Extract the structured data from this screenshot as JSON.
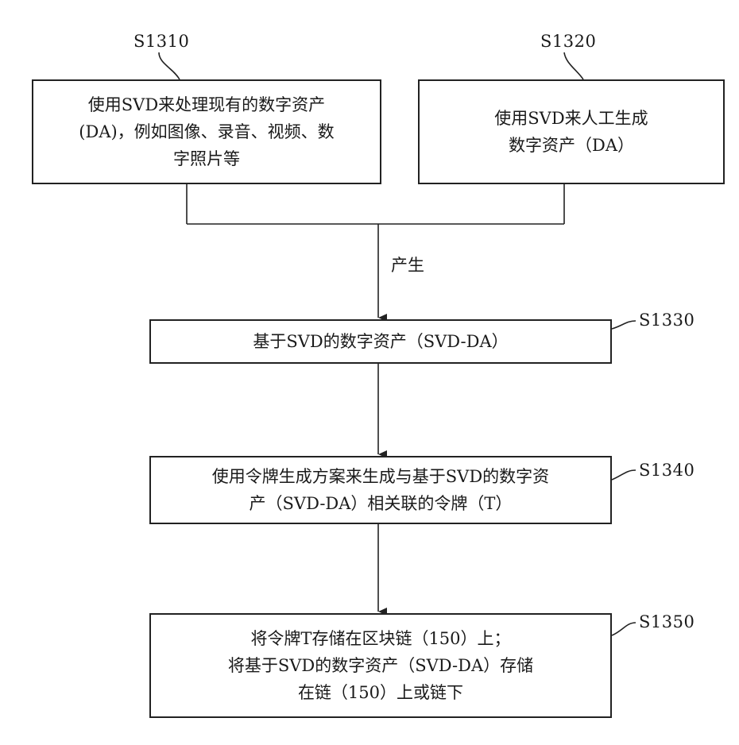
{
  "steps": {
    "s1310": {
      "id": "S1310",
      "text": "使用SVD来处理现有的数字资产\n(DA)，例如图像、录音、视频、数\n字照片等"
    },
    "s1320": {
      "id": "S1320",
      "text": "使用SVD来人工生成\n数字资产（DA）"
    },
    "s1330": {
      "id": "S1330",
      "text": "基于SVD的数字资产（SVD-DA）"
    },
    "s1340": {
      "id": "S1340",
      "text": "使用令牌生成方案来生成与基于SVD的数字资\n产（SVD-DA）相关联的令牌（T）"
    },
    "s1350": {
      "id": "S1350",
      "text": "将令牌T存储在区块链（150）上；\n将基于SVD的数字资产（SVD-DA）存储\n在链（150）上或链下"
    }
  },
  "edge_label": "产生"
}
